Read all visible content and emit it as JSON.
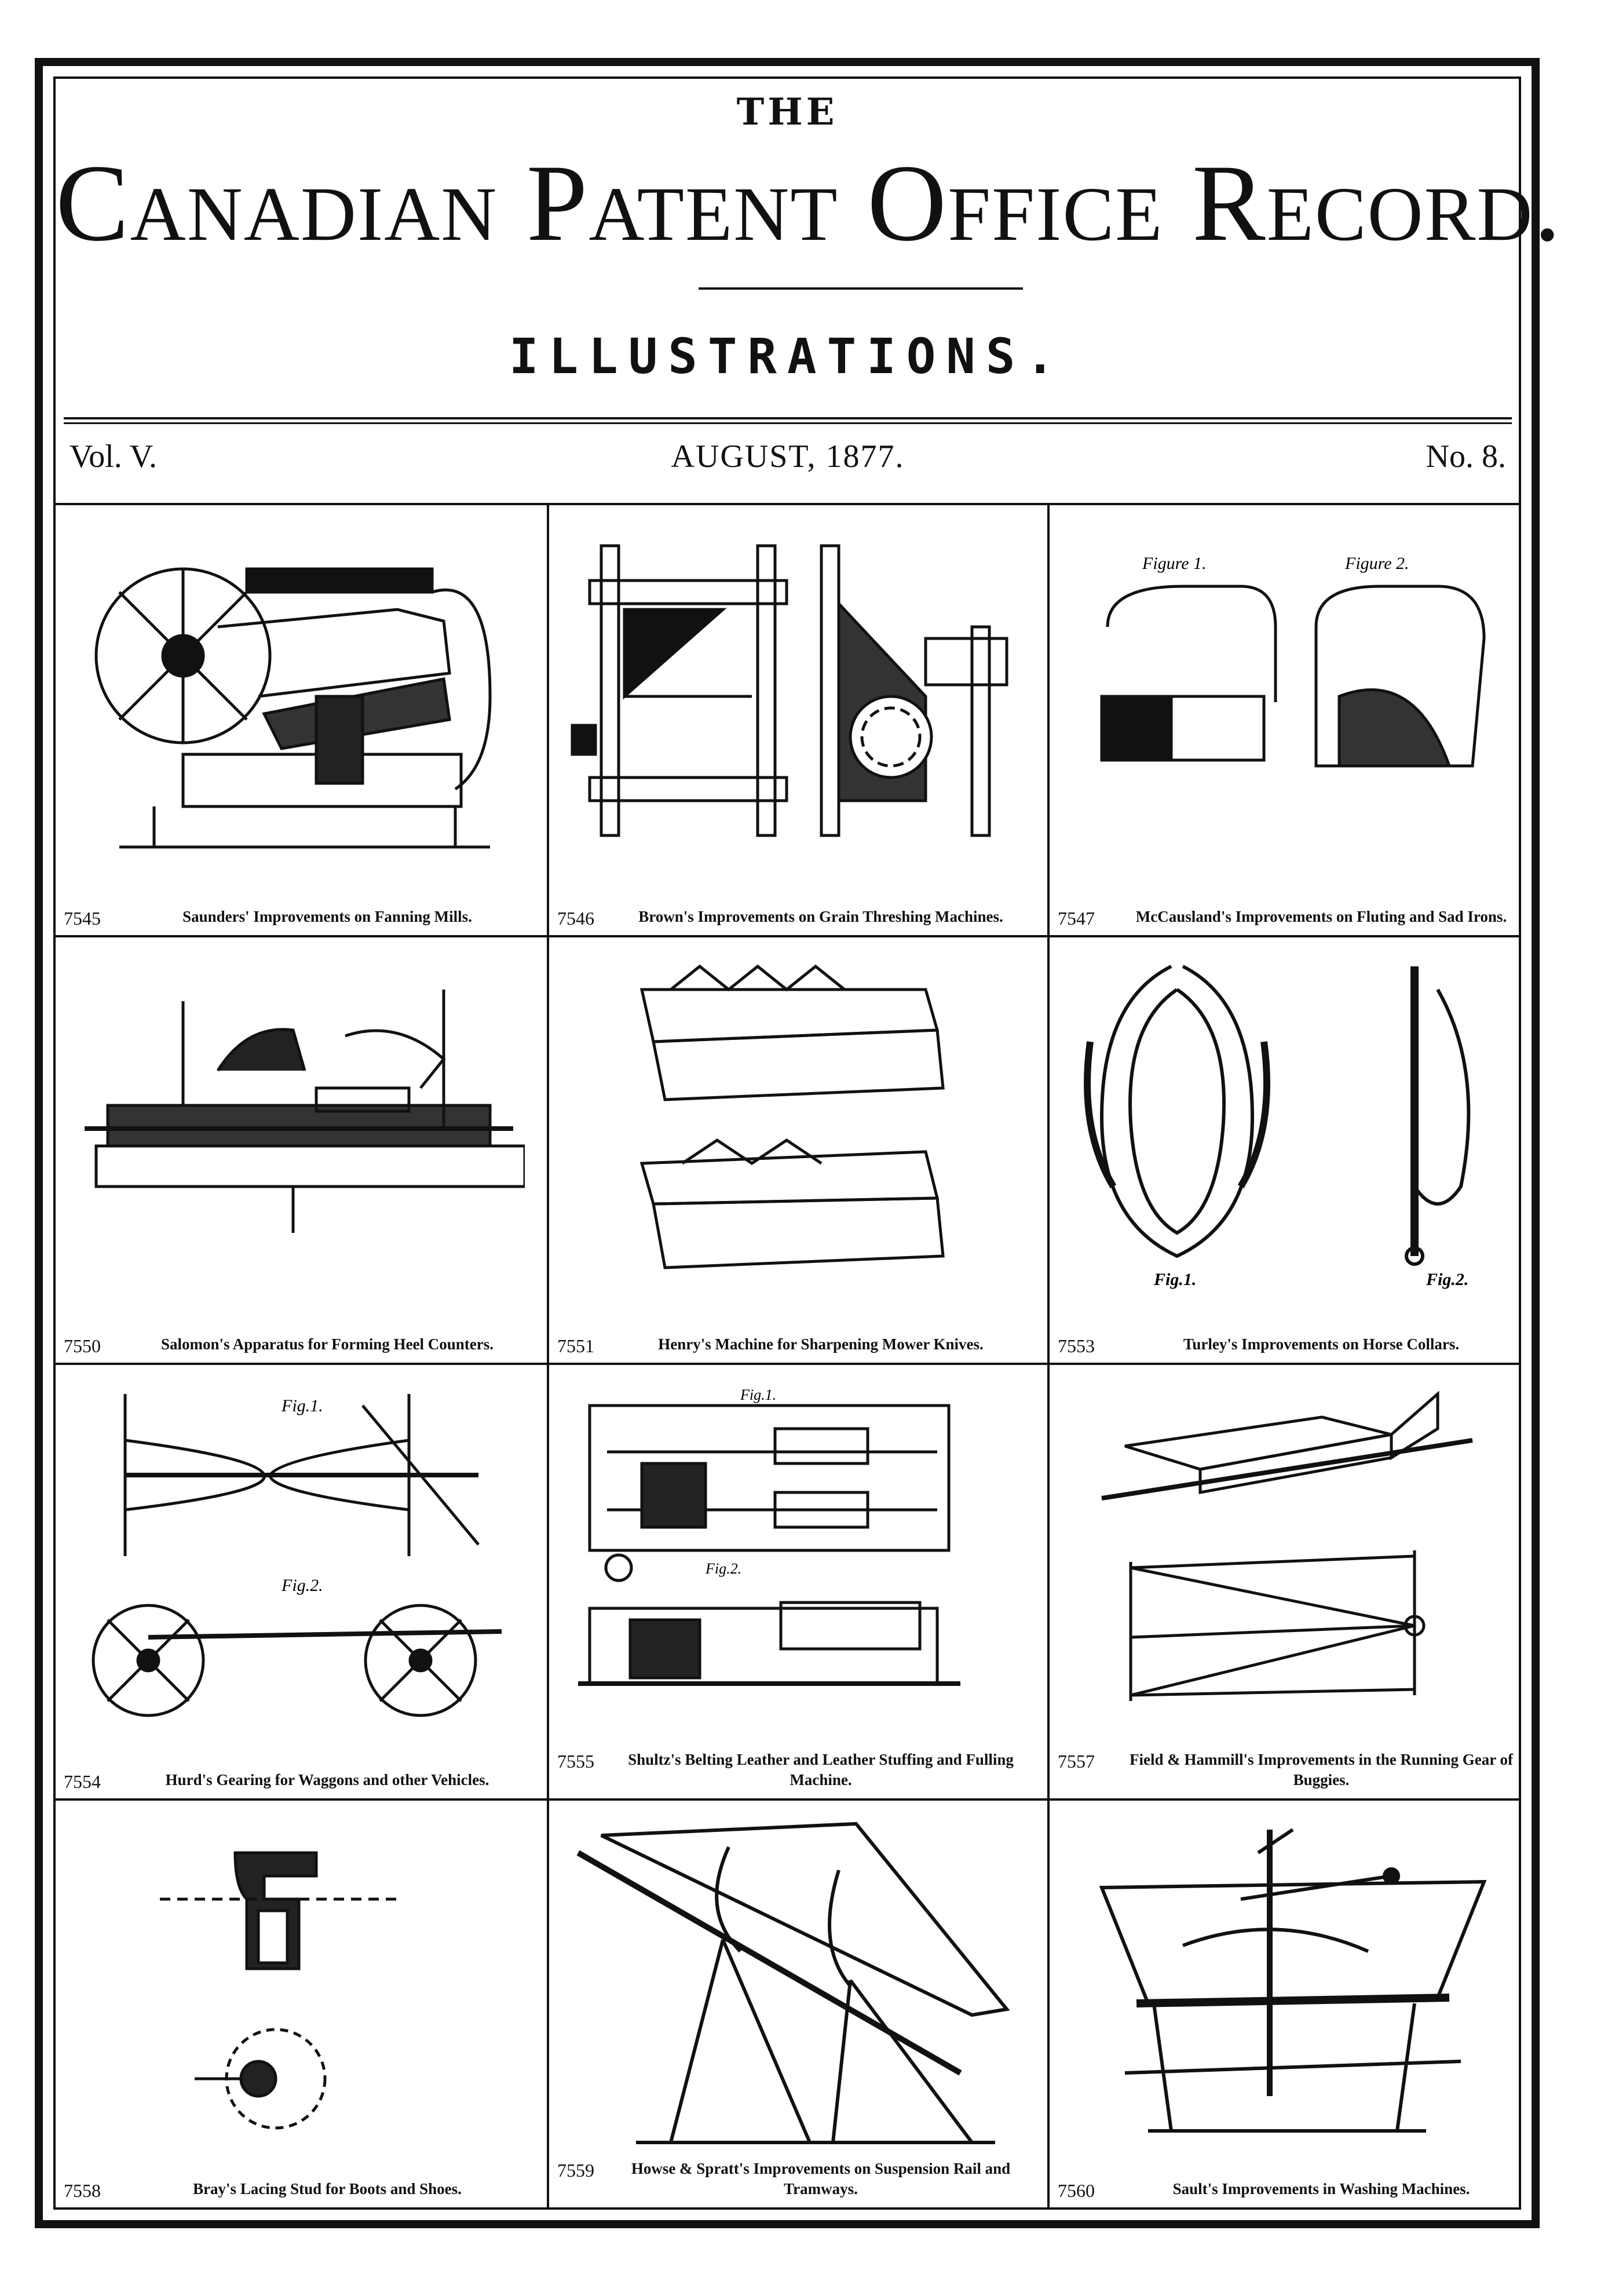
{
  "masthead": {
    "the": "THE",
    "title": "Canadian Patent Office Record.",
    "subtitle": "ILLUSTRATIONS."
  },
  "issue": {
    "volume": "Vol. V.",
    "date": "AUGUST, 1877.",
    "number": "No. 8."
  },
  "illustrations": [
    {
      "number": "7545",
      "caption": "Saunders' Improvements on Fanning Mills."
    },
    {
      "number": "7546",
      "caption": "Brown's Improvements on Grain Threshing Machines."
    },
    {
      "number": "7547",
      "caption": "McCausland's Improvements on Fluting and Sad Irons."
    },
    {
      "number": "7550",
      "caption": "Salomon's Apparatus for Forming Heel Counters."
    },
    {
      "number": "7551",
      "caption": "Henry's Machine for Sharpening Mower Knives."
    },
    {
      "number": "7553",
      "caption": "Turley's Improvements on Horse Collars."
    },
    {
      "number": "7554",
      "caption": "Hurd's Gearing for Waggons and other Vehicles."
    },
    {
      "number": "7555",
      "caption": "Shultz's Belting Leather and Leather Stuffing and Fulling Machine."
    },
    {
      "number": "7557",
      "caption": "Field & Hammill's Improvements in the Running Gear of Buggies."
    },
    {
      "number": "7558",
      "caption": "Bray's Lacing Stud for Boots and Shoes."
    },
    {
      "number": "7559",
      "caption": "Howse & Spratt's Improvements on Suspension Rail and Tramways."
    },
    {
      "number": "7560",
      "caption": "Sault's Improvements in Washing Machines."
    }
  ],
  "figure_labels": {
    "fig1": "Fig.1.",
    "fig2": "Fig.2.",
    "figure1": "Figure 1.",
    "figure2": "Figure 2."
  }
}
